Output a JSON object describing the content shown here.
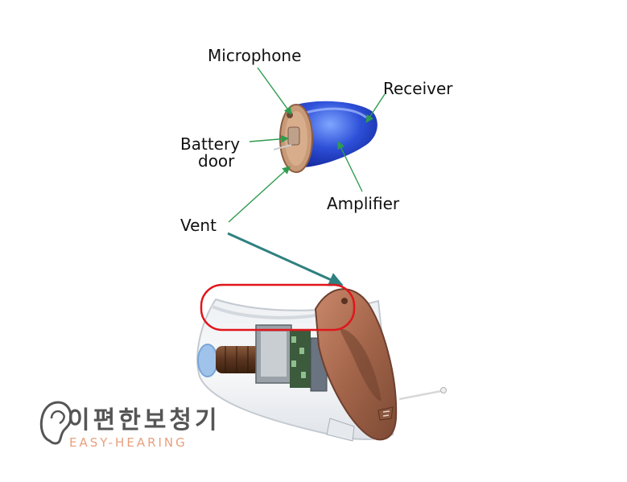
{
  "labels": {
    "microphone": "Microphone",
    "receiver": "Receiver",
    "battery_line1": "Battery",
    "battery_line2": "door",
    "amplifier": "Amplifier",
    "vent": "Vent"
  },
  "logo": {
    "korean": "이편한보청기",
    "english": "EASY-HEARING",
    "icon": "ear-icon"
  },
  "colors": {
    "pointer_green": "#2e9c4f",
    "pointer_teal": "#2f8080",
    "highlight_red": "#e0151b",
    "shell_blue": "#1f3fc8",
    "faceplate_brown": "#a86a4d",
    "logo_gray": "#555555",
    "logo_accent": "#e8a07c"
  }
}
